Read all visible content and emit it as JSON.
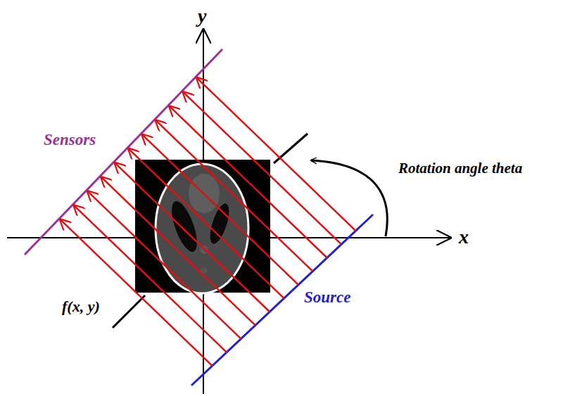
{
  "diagram": {
    "labels": [
      "y",
      "x",
      "Sensors",
      "Rotation angle theta",
      "Source",
      "f(x, y)"
    ]
  }
}
